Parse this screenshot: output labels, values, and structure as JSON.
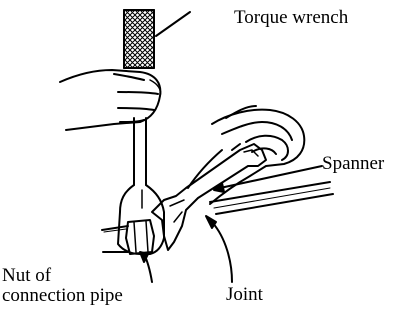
{
  "labels": {
    "torque_wrench": "Torque wrench",
    "spanner": "Spanner",
    "nut_line1": "Nut of",
    "nut_line2": "connection pipe",
    "joint": "Joint"
  }
}
